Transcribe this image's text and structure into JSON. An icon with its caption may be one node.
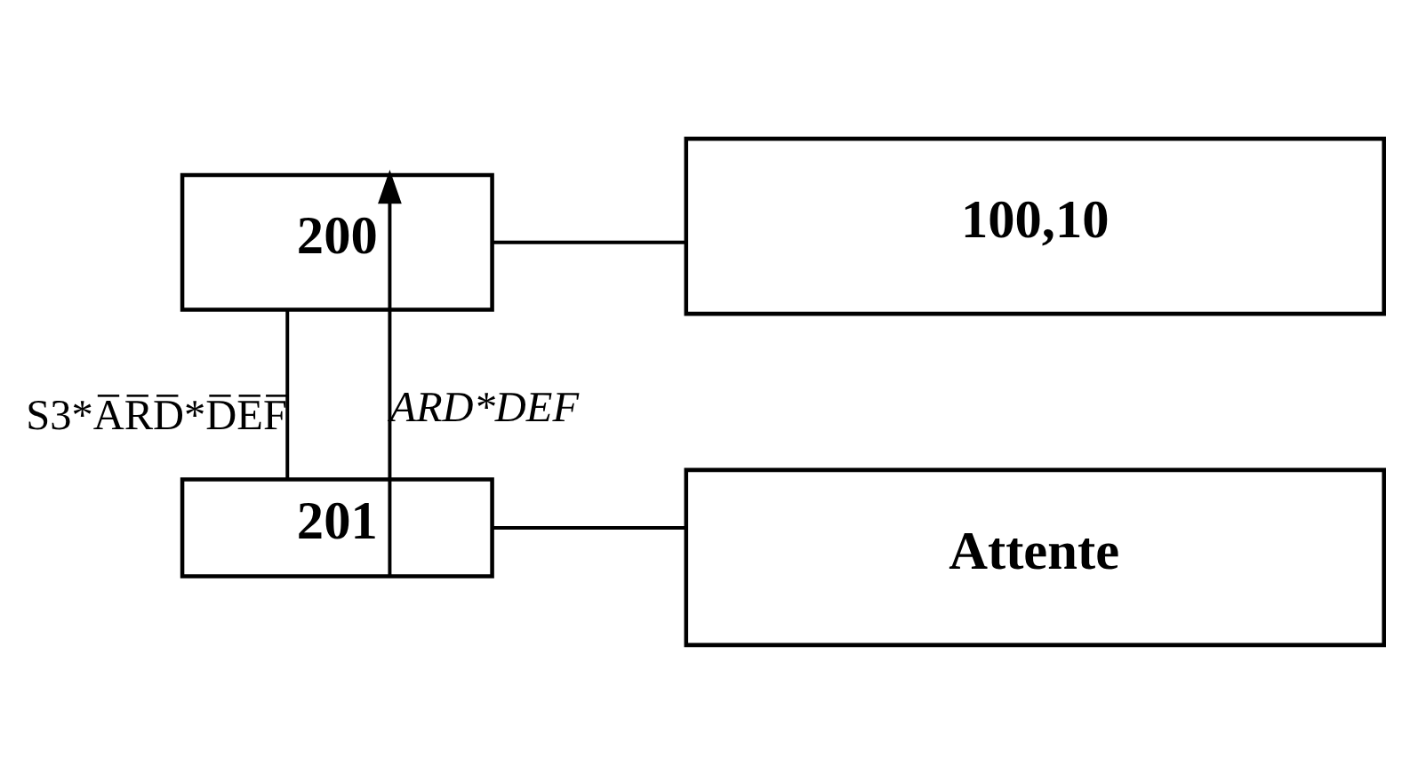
{
  "diagram": {
    "nodes": [
      {
        "text": [
          "200"
        ]
      },
      {
        "text": [
          "100,10"
        ]
      },
      {
        "text": [
          "201"
        ]
      },
      {
        "text": [
          "Attente"
        ]
      }
    ],
    "edges": [
      {
        "from": 0,
        "to": 1,
        "arrow": "none"
      },
      {
        "from": 0,
        "to": 2,
        "arrow": "none",
        "label": "S3*A̅R̅D̅*D̅E̅F̅"
      },
      {
        "from": 2,
        "to": 3,
        "arrow": "none"
      },
      {
        "from": 2,
        "to": 0,
        "arrow": "to",
        "label": "ARD*DEF"
      }
    ]
  }
}
